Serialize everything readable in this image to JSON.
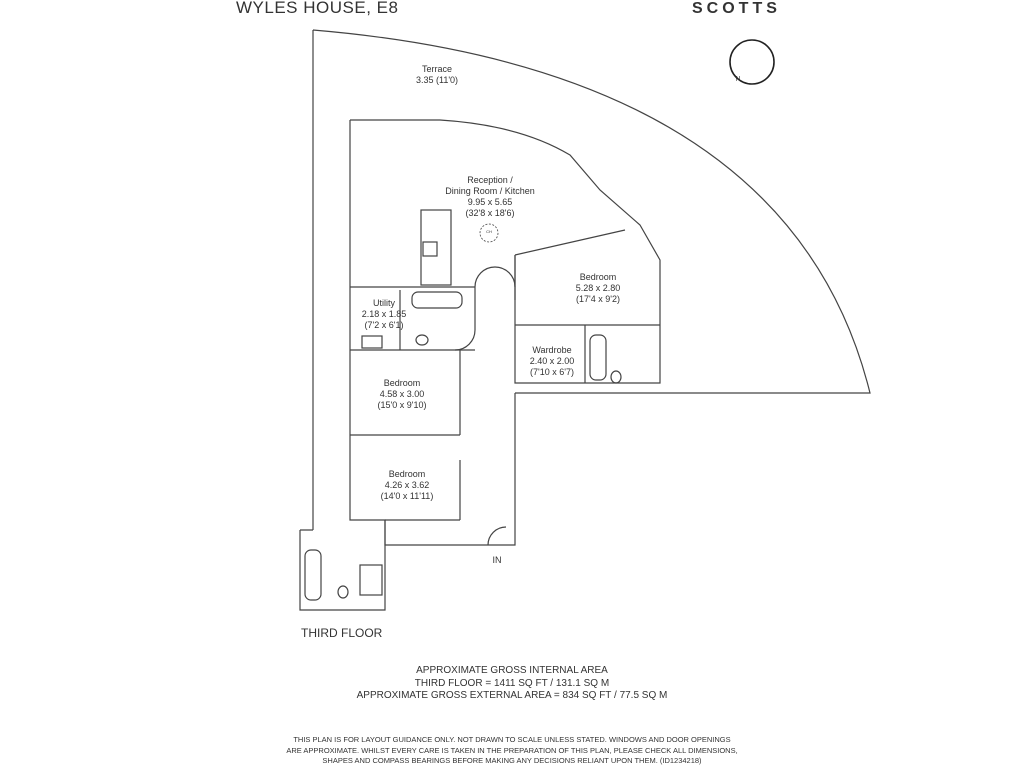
{
  "header": {
    "title": "WYLES HOUSE, E8",
    "brand": "SCOTTS"
  },
  "compass": {
    "label": "N"
  },
  "rooms": [
    {
      "name": "Terrace",
      "dims": "3.35 (11'0)"
    },
    {
      "name": "Reception /",
      "name2": "Dining Room / Kitchen",
      "dims": "9.95 x 5.65",
      "imperial": "(32'8 x 18'6)"
    },
    {
      "name": "Bedroom",
      "dims": "5.28 x 2.80",
      "imperial": "(17'4 x 9'2)"
    },
    {
      "name": "Utility",
      "dims": "2.18 x 1.85",
      "imperial": "(7'2 x 6'1)"
    },
    {
      "name": "Wardrobe",
      "dims": "2.40 x 2.00",
      "imperial": "(7'10 x 6'7)"
    },
    {
      "name": "Bedroom",
      "dims": "4.58 x 3.00",
      "imperial": "(15'0 x 9'10)"
    },
    {
      "name": "Bedroom",
      "dims": "4.26 x 3.62",
      "imperial": "(14'0 x 11'11)"
    }
  ],
  "ch_label": "CH",
  "entrance": "IN",
  "floor_label": "THIRD FLOOR",
  "area": {
    "line1": "APPROXIMATE GROSS INTERNAL AREA",
    "line2": "THIRD FLOOR = 1411 SQ FT / 131.1 SQ M",
    "line3": "APPROXIMATE GROSS EXTERNAL AREA = 834 SQ FT / 77.5 SQ M"
  },
  "disclaimer": {
    "line1": "THIS PLAN IS FOR LAYOUT GUIDANCE ONLY. NOT DRAWN TO SCALE UNLESS STATED. WINDOWS AND DOOR OPENINGS",
    "line2": "ARE APPROXIMATE. WHILST EVERY CARE IS TAKEN IN THE PREPARATION OF THIS PLAN, PLEASE CHECK ALL DIMENSIONS,",
    "line3": "SHAPES AND COMPASS BEARINGS BEFORE MAKING ANY DECISIONS RELIANT UPON THEM. (ID1234218)"
  }
}
